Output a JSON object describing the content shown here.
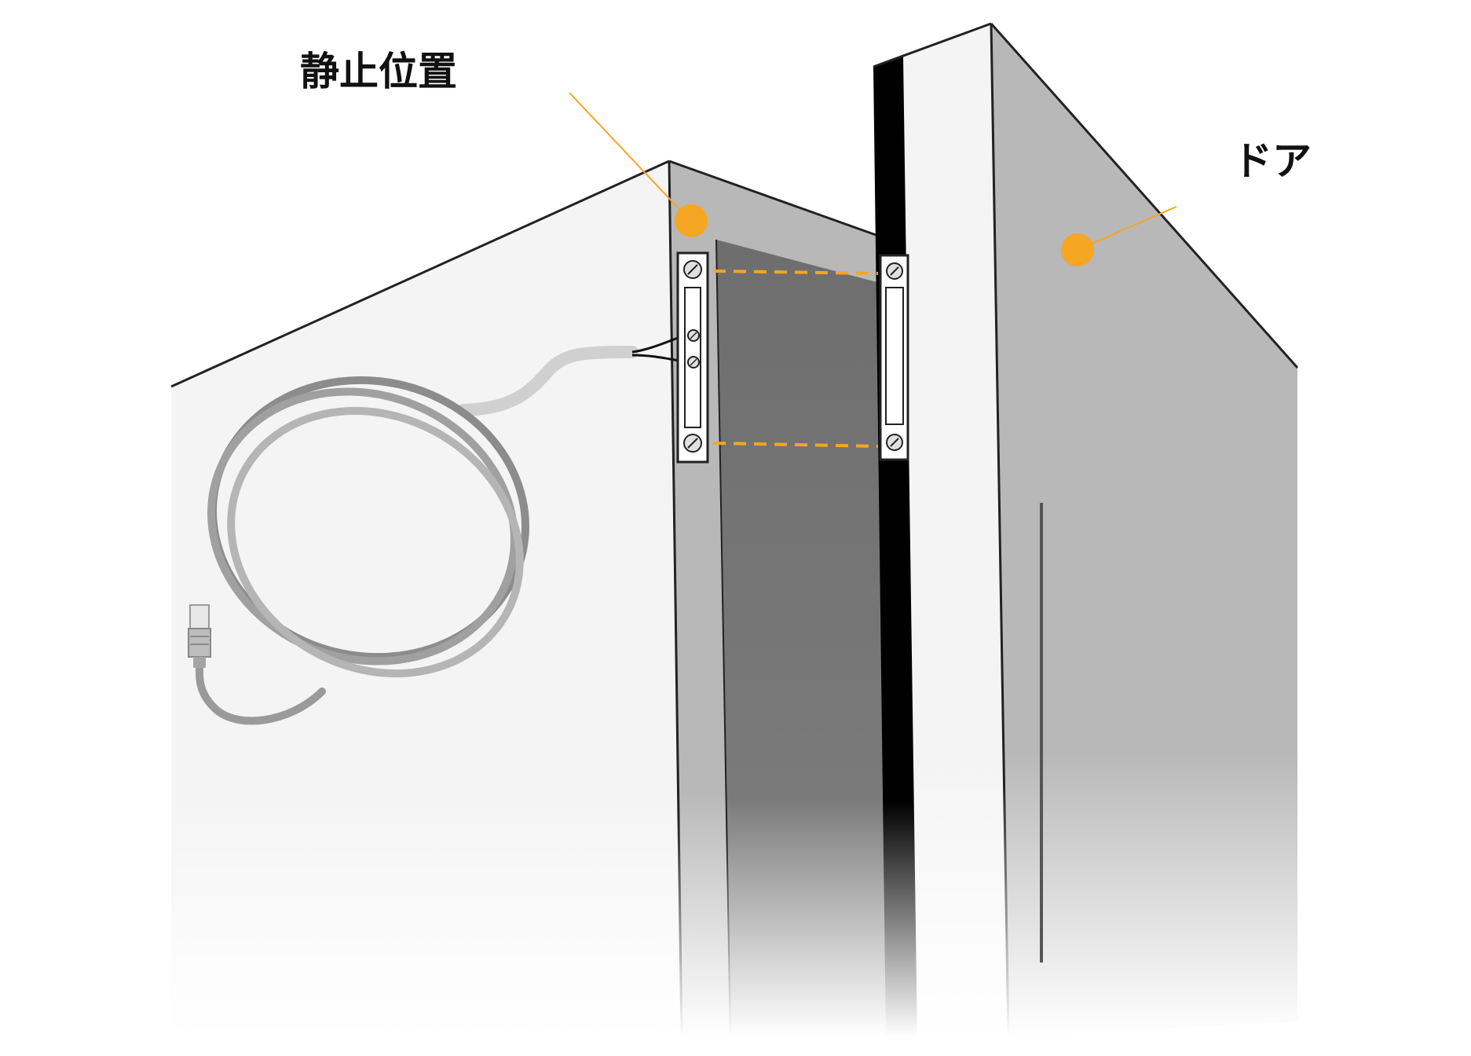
{
  "labels": {
    "rest_position": "静止位置",
    "door": "ドア"
  },
  "colors": {
    "accent": "#F5A623",
    "frame_face": "#F4F4F4",
    "frame_edge": "#B8B8B8",
    "opening_dark": "#737373",
    "gap_black": "#000000",
    "door_side": "#B8B8B8",
    "door_front": "#F4F4F4",
    "cable": "#9A9A9A",
    "outline": "#222222"
  },
  "components": {
    "fixed_part": "magnet-contact-fixed",
    "moving_part": "magnet-contact-door",
    "cable": "coiled-cable",
    "connector": "cable-plug"
  }
}
